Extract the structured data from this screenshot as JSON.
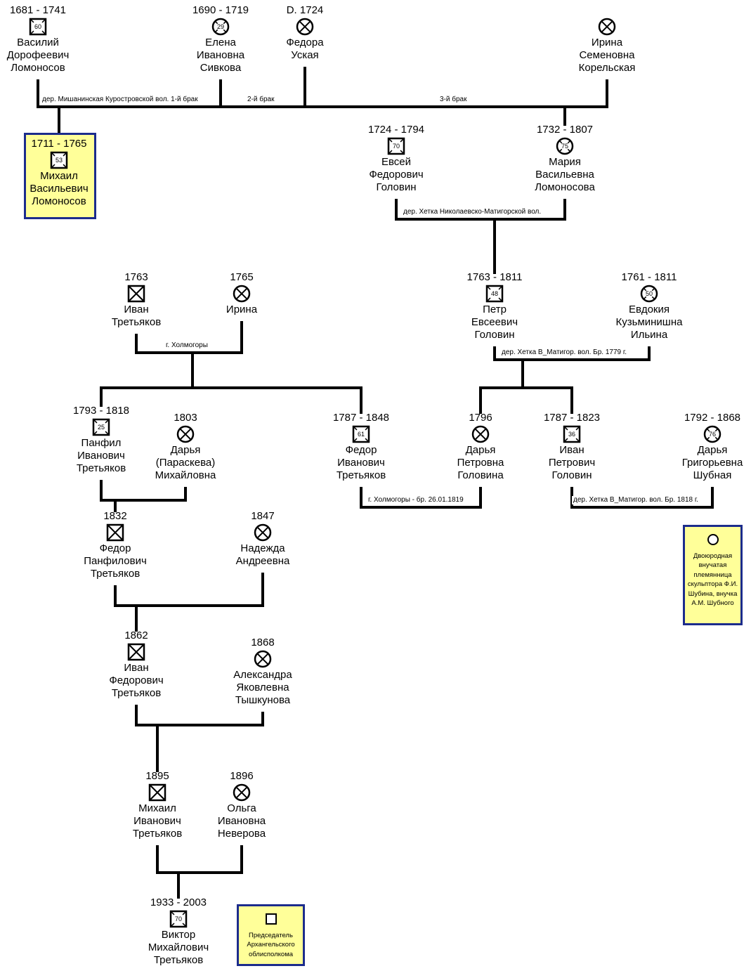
{
  "people": [
    {
      "id": "vasiliy",
      "dates": "1681 - 1741",
      "age": "60",
      "gender": "m",
      "deceased": true,
      "lines": [
        "Василий",
        "Дорофеевич",
        "Ломоносов"
      ]
    },
    {
      "id": "elena",
      "dates": "1690 - 1719",
      "age": "29",
      "gender": "f",
      "deceased": true,
      "lines": [
        "Елена",
        "Ивановна",
        "Сивкова"
      ]
    },
    {
      "id": "fedora",
      "dates": "D. 1724",
      "age": "",
      "gender": "f",
      "deceased": true,
      "lines": [
        "Федора",
        "Уская"
      ]
    },
    {
      "id": "irina-sem",
      "dates": "",
      "age": "",
      "gender": "f",
      "deceased": true,
      "lines": [
        "Ирина",
        "Семеновна",
        "Корельская"
      ]
    },
    {
      "id": "mikhail-lom",
      "dates": "1711 - 1765",
      "age": "53",
      "gender": "m",
      "deceased": true,
      "lines": [
        "Михаил",
        "Васильевич",
        "Ломоносов"
      ]
    },
    {
      "id": "evsey",
      "dates": "1724 - 1794",
      "age": "70",
      "gender": "m",
      "deceased": true,
      "lines": [
        "Евсей",
        "Федорович",
        "Головин"
      ]
    },
    {
      "id": "maria",
      "dates": "1732 - 1807",
      "age": "75",
      "gender": "f",
      "deceased": true,
      "lines": [
        "Мария",
        "Васильевна",
        "Ломоносова"
      ]
    },
    {
      "id": "ivan-tret",
      "dates": "1763",
      "age": "",
      "gender": "m",
      "deceased": true,
      "lines": [
        "Иван",
        "Третьяков"
      ]
    },
    {
      "id": "irina",
      "dates": "1765",
      "age": "",
      "gender": "f",
      "deceased": true,
      "lines": [
        "Ирина"
      ]
    },
    {
      "id": "petr",
      "dates": "1763 - 1811",
      "age": "48",
      "gender": "m",
      "deceased": true,
      "lines": [
        "Петр",
        "Евсеевич",
        "Головин"
      ]
    },
    {
      "id": "evdokia",
      "dates": "1761 - 1811",
      "age": "50",
      "gender": "f",
      "deceased": true,
      "lines": [
        "Евдокия",
        "Кузьминишна",
        "Ильина"
      ]
    },
    {
      "id": "panfil",
      "dates": "1793 - 1818",
      "age": "25",
      "gender": "m",
      "deceased": true,
      "lines": [
        "Панфил",
        "Иванович",
        "Третьяков"
      ]
    },
    {
      "id": "darya-par",
      "dates": "1803",
      "age": "",
      "gender": "f",
      "deceased": true,
      "lines": [
        "Дарья",
        "(Параскева)",
        "Михайловна"
      ]
    },
    {
      "id": "fedor-iv",
      "dates": "1787 - 1848",
      "age": "61",
      "gender": "m",
      "deceased": true,
      "lines": [
        "Федор",
        "Иванович",
        "Третьяков"
      ]
    },
    {
      "id": "darya-pet",
      "dates": "1796",
      "age": "",
      "gender": "f",
      "deceased": true,
      "lines": [
        "Дарья",
        "Петровна",
        "Головина"
      ]
    },
    {
      "id": "ivan-pet",
      "dates": "1787 - 1823",
      "age": "36",
      "gender": "m",
      "deceased": true,
      "lines": [
        "Иван",
        "Петрович",
        "Головин"
      ]
    },
    {
      "id": "darya-grig",
      "dates": "1792 - 1868",
      "age": "76",
      "gender": "f",
      "deceased": true,
      "lines": [
        "Дарья",
        "Григорьевна",
        "Шубная"
      ]
    },
    {
      "id": "fedor-pan",
      "dates": "1832",
      "age": "",
      "gender": "m",
      "deceased": true,
      "lines": [
        "Федор",
        "Панфилович",
        "Третьяков"
      ]
    },
    {
      "id": "nadezhda",
      "dates": "1847",
      "age": "",
      "gender": "f",
      "deceased": true,
      "lines": [
        "Надежда",
        "Андреевна"
      ]
    },
    {
      "id": "ivan-fed",
      "dates": "1862",
      "age": "",
      "gender": "m",
      "deceased": true,
      "lines": [
        "Иван",
        "Федорович",
        "Третьяков"
      ]
    },
    {
      "id": "aleksandra",
      "dates": "1868",
      "age": "",
      "gender": "f",
      "deceased": true,
      "lines": [
        "Александра",
        "Яковлевна",
        "Тышкунова"
      ]
    },
    {
      "id": "mikhail-iv",
      "dates": "1895",
      "age": "",
      "gender": "m",
      "deceased": true,
      "lines": [
        "Михаил",
        "Иванович",
        "Третьяков"
      ]
    },
    {
      "id": "olga",
      "dates": "1896",
      "age": "",
      "gender": "f",
      "deceased": true,
      "lines": [
        "Ольга",
        "Ивановна",
        "Неверова"
      ]
    },
    {
      "id": "viktor",
      "dates": "1933 - 2003",
      "age": "70",
      "gender": "m",
      "deceased": true,
      "lines": [
        "Виктор",
        "Михайлович",
        "Третьяков"
      ]
    }
  ],
  "marriage_labels": {
    "m1": "дер. Мишанинская Куростровской вол. 1-й брак",
    "m2": "2-й брак",
    "m3": "3-й брак",
    "golovin": "дер. Хетка Николаевско-Матигорской вол.",
    "kholmogory": "г. Холмогоры",
    "petr": "дер. Хетка В_Матигор. вол. Бр. 1779 г.",
    "fedor": "г. Холмогоры - бр. 26.01.1819",
    "ivan": "дер. Хетка В_Матигор. вол. Бр. 1818 г."
  },
  "notes": {
    "shubnaya": "Двоюродная внучатая племянница скульптора Ф.И. Шубина, внучка А.М. Шубного",
    "viktor": "Председатель Архангельского облисполкома"
  },
  "colors": {
    "highlight": "#ffff99",
    "border": "#1c2c8c",
    "line": "#000000"
  }
}
